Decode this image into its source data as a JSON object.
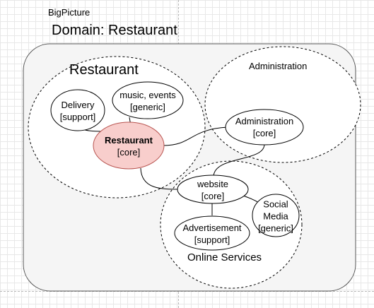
{
  "diagram": {
    "file_label": "BigPicture",
    "title": "Domain: Restaurant",
    "colors": {
      "core_fill": "#f8cecc",
      "core_stroke": "#b85450",
      "stroke": "#000000",
      "container_fill": "#f5f5f5"
    },
    "groups": {
      "restaurant": "Restaurant",
      "administration": "Administration",
      "online_services": "Online Services"
    },
    "nodes": {
      "delivery": {
        "name": "Delivery",
        "type": "[support]"
      },
      "music": {
        "name": "music, events",
        "type": "[generic]"
      },
      "restaurant": {
        "name": "Restaurant",
        "type": "[core]"
      },
      "administration": {
        "name": "Administration",
        "type": "[core]"
      },
      "website": {
        "name": "website",
        "type": "[core]"
      },
      "social": {
        "name1": "Social",
        "name2": "Media",
        "type": "[generic]"
      },
      "advertisement": {
        "name": "Advertisement",
        "type": "[support]"
      }
    }
  }
}
